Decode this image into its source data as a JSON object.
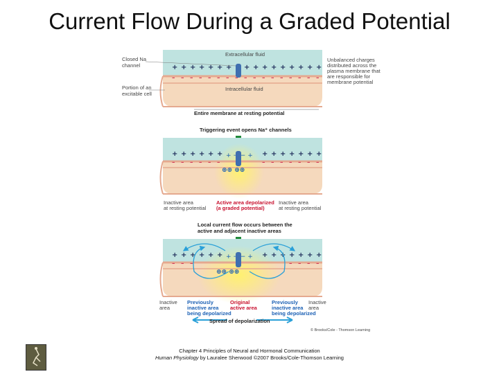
{
  "title": "Current Flow During a Graded Potential",
  "panel1": {
    "closed_channel": [
      "Closed Na",
      "channel"
    ],
    "portion_cell": [
      "Portion of an",
      "excitable cell"
    ],
    "extracellular": "Extracellular fluid",
    "intracellular": "Intracellular fluid",
    "unbalanced": [
      "Unbalanced charges",
      "distributed across the",
      "plasma membrane that",
      "are responsible for",
      "membrane potential"
    ],
    "resting": "Entire membrane at resting potential"
  },
  "panel2": {
    "trigger": "Triggering event opens Na⁺ channels",
    "inactive_left": [
      "Inactive area",
      "at resting potential"
    ],
    "active": [
      "Active area depolarized",
      "(a graded potential)"
    ],
    "inactive_right": [
      "Inactive area",
      "at resting potential"
    ]
  },
  "panel3": {
    "local_flow": [
      "Local current flow occurs between the",
      "active and adjacent inactive areas"
    ],
    "inactive_left": [
      "Inactive",
      "area"
    ],
    "prev_left": [
      "Previously",
      "inactive area",
      "being depolarized"
    ],
    "original": [
      "Original",
      "active area"
    ],
    "prev_right": [
      "Previously",
      "inactive area",
      "being depolarized"
    ],
    "inactive_right": [
      "Inactive",
      "area"
    ],
    "spread": "Spread of depolarization",
    "copyright": "© Brooks/Cole - Thomson Learning"
  },
  "footer": {
    "line1": "Chapter 4 Principles of Neural and Hormonal Communication",
    "book": "Human Physiology",
    "line2_rest": " by Lauralee Sherwood ©2007 Brooks/Cole-Thomson Learning"
  },
  "colors": {
    "extracellular": "#bfe3e0",
    "cytoplasm": "#f5d9bd",
    "membrane": "#e5a98f",
    "active_glow": "#fff170",
    "channel": "#3f6fb0",
    "trigger_arrow": "#1f8a3a",
    "current_arrow": "#2aa0d8",
    "minus_sign": "#d23a5a"
  }
}
